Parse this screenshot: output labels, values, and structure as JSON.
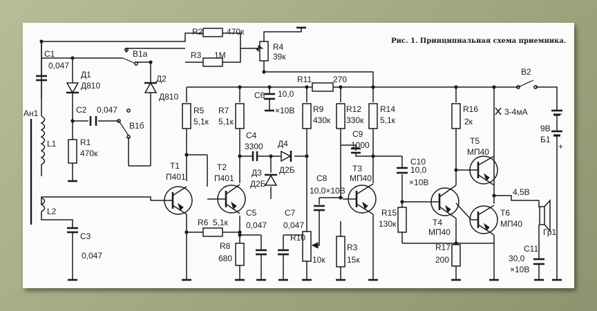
{
  "caption": "Рис. 1. Принципиальная схема приемника.",
  "components": {
    "C1": {
      "ref": "C1",
      "value": "0,047"
    },
    "D1": {
      "ref": "Д1",
      "value": "Д810"
    },
    "D2": {
      "ref": "Д2",
      "value": "Д810"
    },
    "C2": {
      "ref": "C2",
      "value": "0,047"
    },
    "R1": {
      "ref": "R1",
      "value": "470к"
    },
    "R2": {
      "ref": "R2",
      "value": "470к"
    },
    "R3": {
      "ref": "R3",
      "value": "1М"
    },
    "R4": {
      "ref": "R4",
      "value": "39к"
    },
    "B1a": {
      "ref": "В1а"
    },
    "B1b": {
      "ref": "В1б"
    },
    "An1": {
      "ref": "Ан1"
    },
    "L1": {
      "ref": "L1"
    },
    "L2": {
      "ref": "L2"
    },
    "C3": {
      "ref": "C3",
      "value": "0,047"
    },
    "R5": {
      "ref": "R5",
      "value": "5,1к"
    },
    "R7": {
      "ref": "R7",
      "value": "5,1к"
    },
    "C6": {
      "ref": "C6",
      "value": "10,0",
      "voltage": "×10В"
    },
    "R11": {
      "ref": "R11",
      "value": "270"
    },
    "R9": {
      "ref": "R9",
      "value": "430к"
    },
    "R12": {
      "ref": "R12",
      "value": "330к"
    },
    "R14": {
      "ref": "R14",
      "value": "5,1к"
    },
    "C4": {
      "ref": "C4",
      "value": "3300"
    },
    "D4": {
      "ref": "Д4",
      "value": "Д2Б"
    },
    "D3": {
      "ref": "Д3",
      "value": "Д2Б"
    },
    "C9": {
      "ref": "C9",
      "value": "1000"
    },
    "T1": {
      "ref": "T1",
      "value": "П401"
    },
    "T2": {
      "ref": "T2",
      "value": "П401"
    },
    "T3": {
      "ref": "T3",
      "value": "МП40"
    },
    "T4": {
      "ref": "T4",
      "value": "МП40"
    },
    "T5": {
      "ref": "T5",
      "value": "МП40"
    },
    "T6": {
      "ref": "T6",
      "value": "МП40"
    },
    "C8": {
      "ref": "C8",
      "value": "10,0×10В"
    },
    "R6": {
      "ref": "R6",
      "value": "5,1к"
    },
    "C5": {
      "ref": "C5",
      "value": "0,047"
    },
    "C7": {
      "ref": "C7",
      "value": "0,047"
    },
    "R8": {
      "ref": "R8",
      "value": "680"
    },
    "R10": {
      "ref": "R10",
      "value": "10к"
    },
    "R13": {
      "ref": "R3",
      "value": "15к"
    },
    "C10": {
      "ref": "C10",
      "value": "10,0",
      "voltage": "×10В"
    },
    "R15": {
      "ref": "R15",
      "value": "130к"
    },
    "R16": {
      "ref": "R16",
      "value": "2к"
    },
    "R17": {
      "ref": "R17",
      "value": "200"
    },
    "C11": {
      "ref": "C11",
      "value": "30,0",
      "voltage": "×10В"
    },
    "B2": {
      "ref": "В2"
    },
    "battery": {
      "voltage": "9В",
      "ref": "Б1"
    },
    "current": {
      "label": "3-4мА"
    },
    "speaker": {
      "ref": "Гр1",
      "value": "4,5В"
    }
  }
}
